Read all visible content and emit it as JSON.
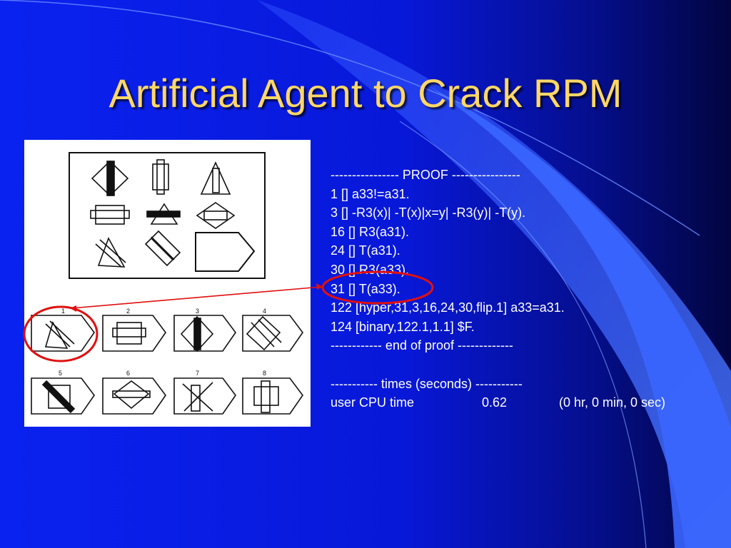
{
  "slide": {
    "title": "Artificial Agent to Crack RPM"
  },
  "proof": {
    "lines": [
      "---------------- PROOF ----------------",
      "1 [] a33!=a31.",
      "3 [] -R3(x)| -T(x)|x=y| -R3(y)| -T(y).",
      "16 [] R3(a31).",
      "24 [] T(a31).",
      "30 [] R3(a33).",
      "31 [] T(a33).",
      "122 [hyper,31,3,16,24,30,flip.1] a33=a31.",
      "124 [binary,122.1,1.1] $F.",
      "------------ end of proof -------------",
      "",
      "----------- times (seconds) -----------"
    ],
    "cpu": {
      "label": "user CPU time",
      "value": "0.62",
      "detail": "(0 hr, 0 min, 0 sec)"
    }
  },
  "answers": {
    "numbers": [
      "1",
      "2",
      "3",
      "4",
      "5",
      "6",
      "7",
      "8"
    ]
  },
  "colors": {
    "background": "#0a1de0",
    "title": "#ffd766",
    "text": "#ffffff",
    "highlight": "#e01010"
  }
}
